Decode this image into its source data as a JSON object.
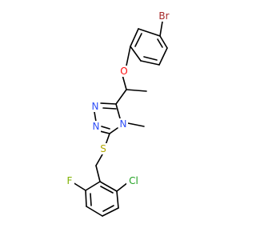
{
  "molecule": {
    "atoms": {
      "br": {
        "label": "Br",
        "color": "#A62929"
      },
      "o": {
        "label": "O",
        "color": "#FF0D0D"
      },
      "n_left": {
        "label": "N",
        "color": "#3050F8"
      },
      "n_left2": {
        "label": "N",
        "color": "#3050F8"
      },
      "n_methyl": {
        "label": "N",
        "color": "#3050F8"
      },
      "s": {
        "label": "S",
        "color": "#B2A800"
      },
      "f": {
        "label": "F",
        "color": "#7FB200"
      },
      "cl": {
        "label": "Cl",
        "color": "#1FA01F"
      }
    },
    "bond_color": "#000000"
  }
}
